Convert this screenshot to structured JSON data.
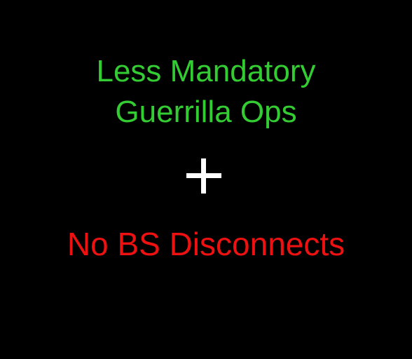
{
  "headline": {
    "line1": "Less Mandatory",
    "line2": "Guerrilla Ops",
    "color": "#33cc33"
  },
  "separator": {
    "icon": "plus-icon",
    "color": "#ffffff"
  },
  "footer": {
    "text": "No BS Disconnects",
    "color": "#ee1111"
  },
  "background": "#000000"
}
